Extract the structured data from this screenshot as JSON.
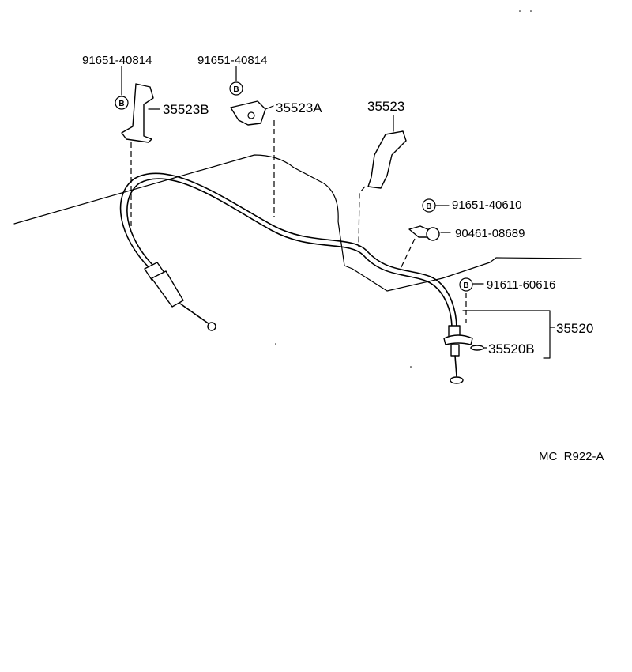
{
  "diagram": {
    "callouts": {
      "bolt_left": "91651-40814",
      "bolt_mid": "91651-40814",
      "bracket_b": "35523B",
      "bracket_a": "35523A",
      "bracket": "35523",
      "bolt_right": "91651-40610",
      "clip": "90461-08689",
      "bolt_lower": "91611-60616",
      "cable_assy": "35520",
      "grommet": "35520B"
    },
    "bolt_marker": "B",
    "figure_code": "MC  R922-A"
  }
}
